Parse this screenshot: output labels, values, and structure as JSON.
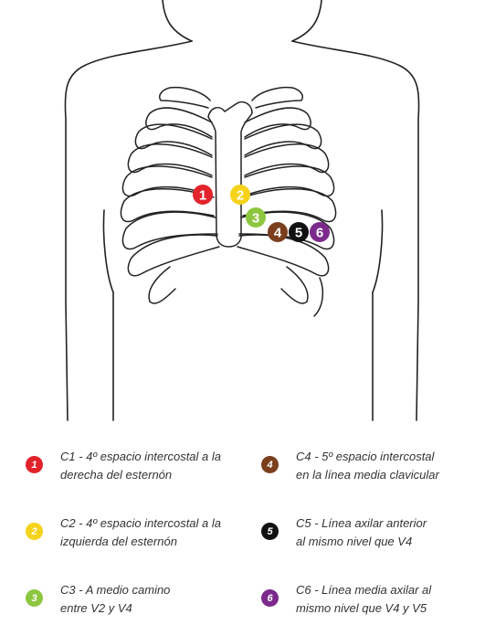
{
  "electrodes": [
    {
      "label": "1",
      "color": "#e2232b",
      "text_color": "#ffffff",
      "legend": "C1 - 4º espacio intercostal a la\nderecha del esternón"
    },
    {
      "label": "2",
      "color": "#f5d31a",
      "text_color": "#ffffff",
      "legend": "C2 - 4º espacio intercostal a la\nizquierda del esternón"
    },
    {
      "label": "3",
      "color": "#8dc63f",
      "text_color": "#ffffff",
      "legend": "C3 - A medio camino\nentre V2 y V4"
    },
    {
      "label": "4",
      "color": "#7b3f1e",
      "text_color": "#ffffff",
      "legend": "C4 - 5º espacio intercostal\nen la línea media clavicular"
    },
    {
      "label": "5",
      "color": "#111111",
      "text_color": "#ffffff",
      "legend": "C5 - Línea axilar anterior\nal mismo nivel que V4"
    },
    {
      "label": "6",
      "color": "#7b2a8c",
      "text_color": "#ffffff",
      "legend": "C6 - Línea media axilar al\nmismo nivel que V4 y V5"
    }
  ],
  "line_color": "#222222"
}
